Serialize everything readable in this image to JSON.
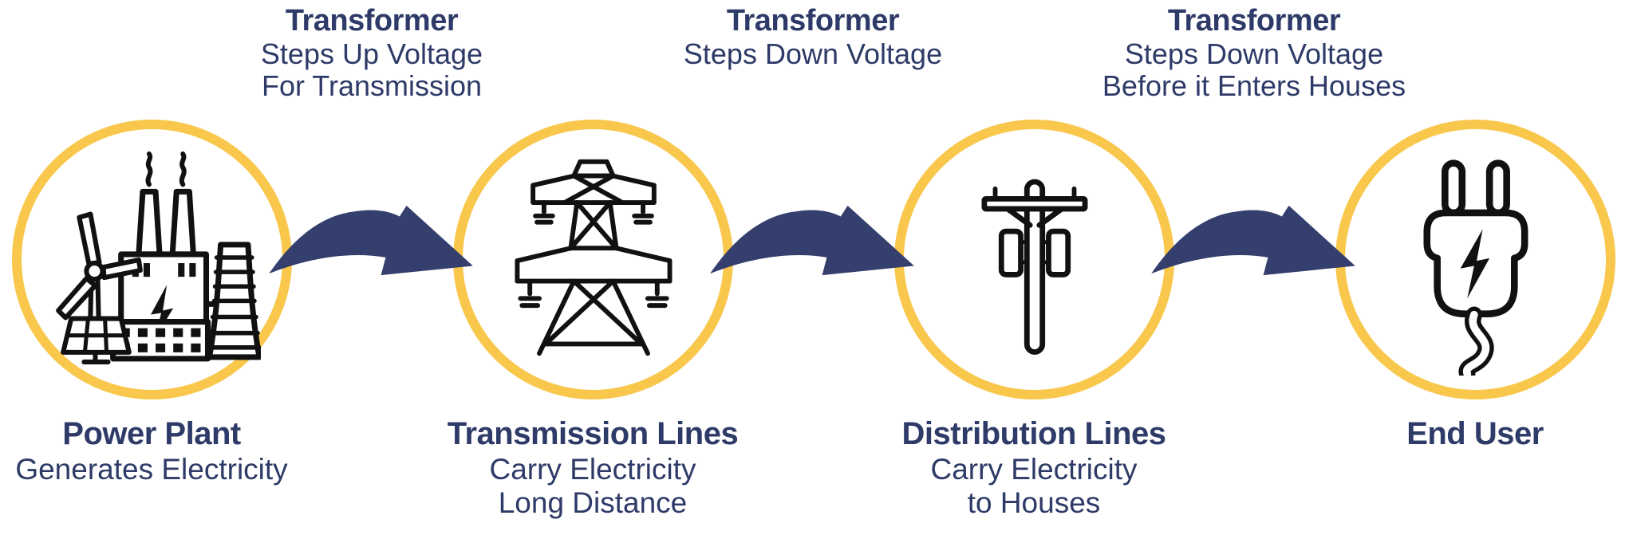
{
  "colors": {
    "navy_text": "#2e3a67",
    "arrow_navy": "#353f6d",
    "ring_yellow": "#f8c74c",
    "icon_black": "#111111",
    "background": "#ffffff"
  },
  "transformers": [
    {
      "title": "Transformer",
      "lines": [
        "Steps Up Voltage",
        "For Transmission"
      ],
      "icon": "curved-flow-arrow"
    },
    {
      "title": "Transformer",
      "lines": [
        "Steps Down Voltage"
      ],
      "icon": "curved-flow-arrow"
    },
    {
      "title": "Transformer",
      "lines": [
        "Steps Down Voltage",
        "Before it Enters Houses"
      ],
      "icon": "curved-flow-arrow"
    }
  ],
  "stages": [
    {
      "title": "Power Plant",
      "lines": [
        "Generates Electricity"
      ],
      "icon": "power-plant-icon"
    },
    {
      "title": "Transmission Lines",
      "lines": [
        "Carry Electricity",
        "Long Distance"
      ],
      "icon": "transmission-tower-icon"
    },
    {
      "title": "Distribution Lines",
      "lines": [
        "Carry Electricity",
        "to Houses"
      ],
      "icon": "utility-pole-icon"
    },
    {
      "title": "End User",
      "lines": [],
      "icon": "power-plug-icon"
    }
  ]
}
